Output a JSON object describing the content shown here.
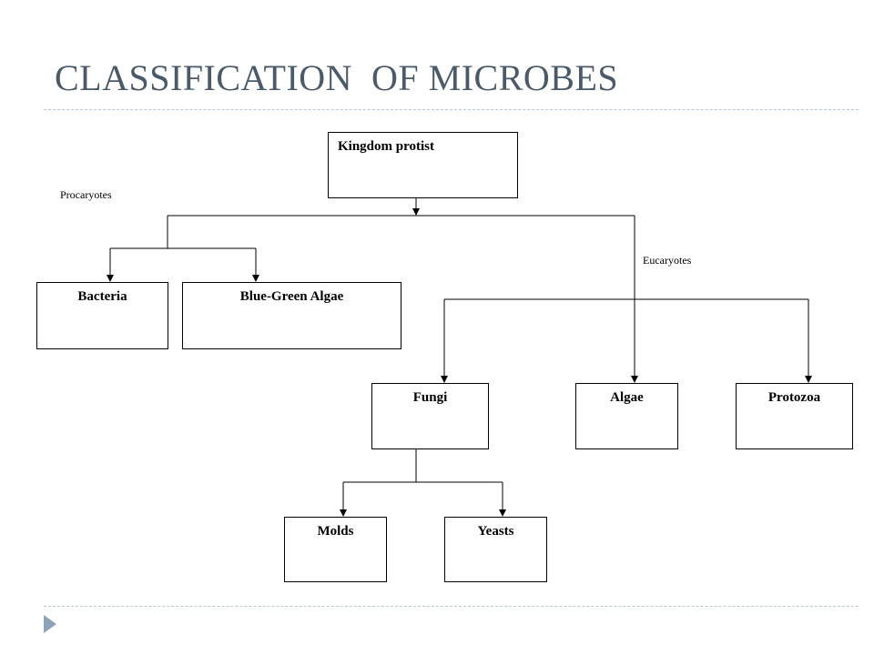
{
  "title": "CLASSIFICATION  OF MICROBES",
  "nodes": {
    "kingdom_protist": "Kingdom protist",
    "bacteria": "Bacteria",
    "blue_green_algae": "Blue-Green Algae",
    "fungi": "Fungi",
    "algae": "Algae",
    "protozoa": "Protozoa",
    "molds": "Molds",
    "yeasts": "Yeasts"
  },
  "annotations": {
    "procaryotes": "Procaryotes",
    "eucaryotes": "Eucaryotes"
  },
  "colors": {
    "title": "#4a5a68",
    "divider": "#b9cad6",
    "bullet": "#8fa3b8",
    "line": "#000000"
  }
}
